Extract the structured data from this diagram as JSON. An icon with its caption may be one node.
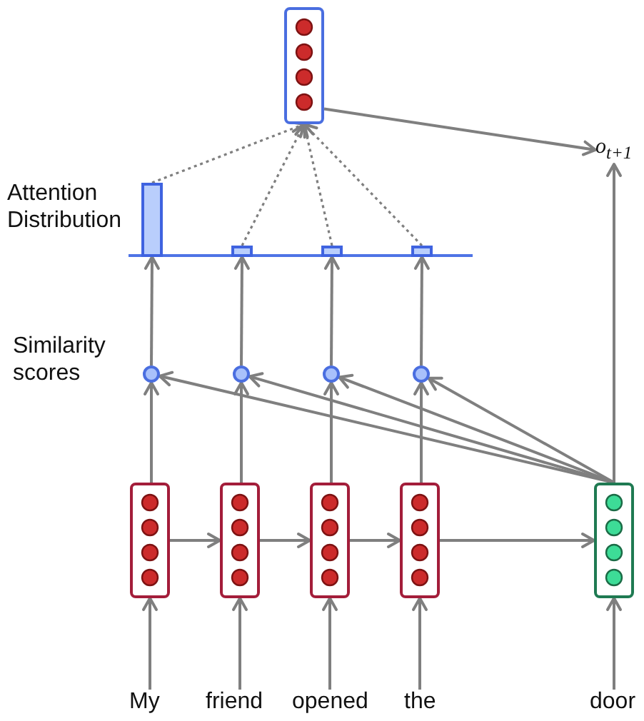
{
  "diagram": {
    "nodes": [
      {
        "text": [],
        "shape": "box"
      },
      {
        "text": [
          "o$_{t+1}$"
        ]
      },
      {
        "text": [],
        "shape": "bar"
      },
      {
        "text": [],
        "shape": "bar"
      },
      {
        "text": [],
        "shape": "bar"
      },
      {
        "text": [],
        "shape": "bar"
      },
      {
        "text": [],
        "shape": "circle"
      },
      {
        "text": [],
        "shape": "circle"
      },
      {
        "text": [],
        "shape": "circle"
      },
      {
        "text": [],
        "shape": "circle"
      },
      {
        "text": [],
        "shape": "box"
      },
      {
        "text": [],
        "shape": "box"
      },
      {
        "text": [],
        "shape": "box"
      },
      {
        "text": [],
        "shape": "box"
      },
      {
        "text": [],
        "shape": "box"
      },
      {
        "text": [
          "My"
        ]
      },
      {
        "text": [
          "friend"
        ]
      },
      {
        "text": [
          "opened"
        ]
      },
      {
        "text": [
          "the"
        ]
      },
      {
        "text": [
          "door"
        ]
      }
    ],
    "edges": [
      {
        "from": 0,
        "to": 1,
        "arrow": "to"
      },
      {
        "from": 2,
        "to": 0,
        "arrow": "to",
        "style": "dashed"
      },
      {
        "from": 3,
        "to": 0,
        "arrow": "to",
        "style": "dashed"
      },
      {
        "from": 4,
        "to": 0,
        "arrow": "to",
        "style": "dashed"
      },
      {
        "from": 5,
        "to": 0,
        "arrow": "to",
        "style": "dashed"
      },
      {
        "from": 6,
        "to": 2,
        "arrow": "to"
      },
      {
        "from": 7,
        "to": 3,
        "arrow": "to"
      },
      {
        "from": 8,
        "to": 4,
        "arrow": "to"
      },
      {
        "from": 9,
        "to": 5,
        "arrow": "to"
      },
      {
        "from": 10,
        "to": 6,
        "arrow": "to"
      },
      {
        "from": 11,
        "to": 7,
        "arrow": "to"
      },
      {
        "from": 12,
        "to": 8,
        "arrow": "to"
      },
      {
        "from": 13,
        "to": 9,
        "arrow": "to"
      },
      {
        "from": 14,
        "to": 6,
        "arrow": "to"
      },
      {
        "from": 14,
        "to": 7,
        "arrow": "to"
      },
      {
        "from": 14,
        "to": 8,
        "arrow": "to"
      },
      {
        "from": 14,
        "to": 9,
        "arrow": "to"
      },
      {
        "from": 10,
        "to": 11,
        "arrow": "to"
      },
      {
        "from": 11,
        "to": 12,
        "arrow": "to"
      },
      {
        "from": 12,
        "to": 13,
        "arrow": "to"
      },
      {
        "from": 13,
        "to": 14,
        "arrow": "to"
      },
      {
        "from": 14,
        "to": 1,
        "arrow": "to"
      },
      {
        "from": 15,
        "to": 10,
        "arrow": "to"
      },
      {
        "from": 16,
        "to": 11,
        "arrow": "to"
      },
      {
        "from": 17,
        "to": 12,
        "arrow": "to"
      },
      {
        "from": 18,
        "to": 13,
        "arrow": "to"
      },
      {
        "from": 19,
        "to": 14,
        "arrow": "to"
      }
    ],
    "labels": [
      "Attention Distribution",
      "Similarity scores"
    ]
  }
}
